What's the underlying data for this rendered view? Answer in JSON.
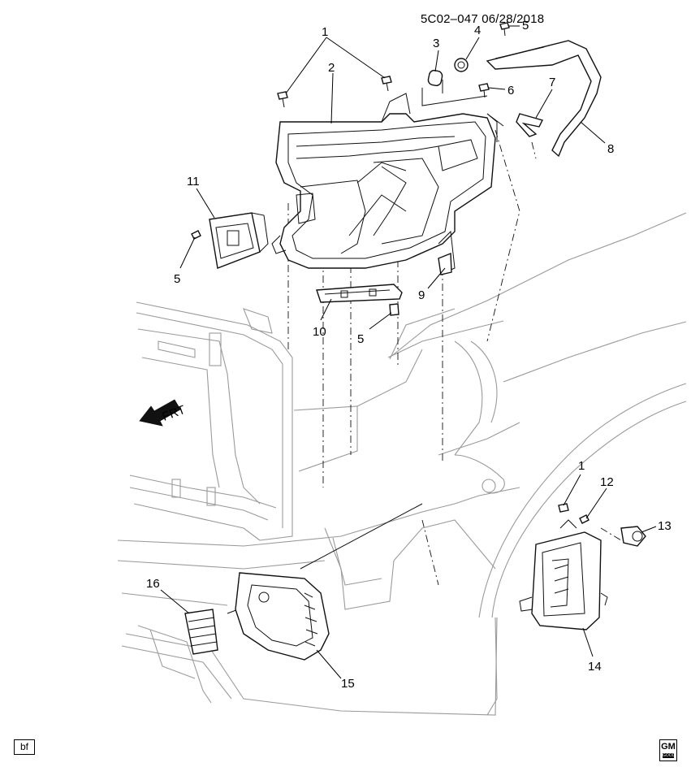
{
  "diagram": {
    "reference_code": "5C02–047  06/28/2018",
    "direction_label": "FRT",
    "corner_label": "bf",
    "logo": {
      "primary": "GM",
      "secondary": "GOOD"
    },
    "callouts": [
      {
        "id": "c1a",
        "label": "1"
      },
      {
        "id": "c2",
        "label": "2"
      },
      {
        "id": "c3",
        "label": "3"
      },
      {
        "id": "c4",
        "label": "4"
      },
      {
        "id": "c5a",
        "label": "5"
      },
      {
        "id": "c6",
        "label": "6"
      },
      {
        "id": "c7",
        "label": "7"
      },
      {
        "id": "c8",
        "label": "8"
      },
      {
        "id": "c9",
        "label": "9"
      },
      {
        "id": "c10",
        "label": "10"
      },
      {
        "id": "c11",
        "label": "11"
      },
      {
        "id": "c5b",
        "label": "5"
      },
      {
        "id": "c5c",
        "label": "5"
      },
      {
        "id": "c1b",
        "label": "1"
      },
      {
        "id": "c12",
        "label": "12"
      },
      {
        "id": "c13",
        "label": "13"
      },
      {
        "id": "c14",
        "label": "14"
      },
      {
        "id": "c15",
        "label": "15"
      },
      {
        "id": "c16",
        "label": "16"
      }
    ]
  }
}
